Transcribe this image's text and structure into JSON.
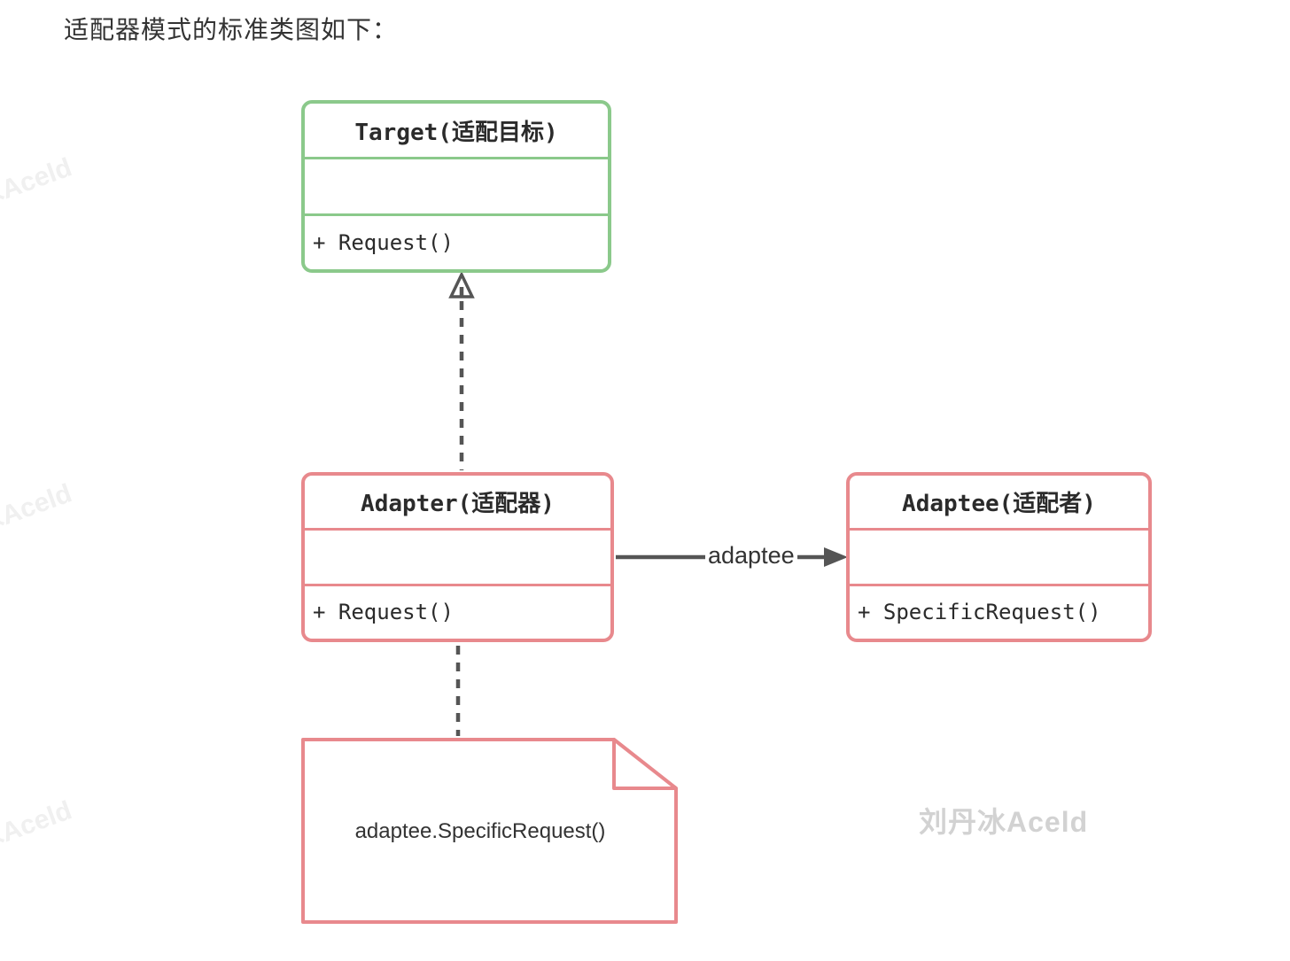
{
  "page": {
    "heading": "适配器模式的标准类图如下："
  },
  "diagram": {
    "type": "uml-class-diagram",
    "classes": [
      {
        "name": "Target(适配目标)",
        "attributes": "",
        "methods": "+ Request()",
        "border_color": "#8BC98B"
      },
      {
        "name": "Adapter(适配器)",
        "attributes": "",
        "methods": "+ Request()",
        "border_color": "#E8898D"
      },
      {
        "name": "Adaptee(适配者)",
        "attributes": "",
        "methods": "+ SpecificRequest()",
        "border_color": "#E8898D"
      }
    ],
    "relations": [
      {
        "type": "realization",
        "from": "Adapter",
        "to": "Target",
        "line": "dashed",
        "arrowhead": "hollow-triangle",
        "label": ""
      },
      {
        "type": "association",
        "from": "Adapter",
        "to": "Adaptee",
        "line": "solid",
        "arrowhead": "filled-arrow",
        "label": "adaptee"
      },
      {
        "type": "note-anchor",
        "from": "Adapter",
        "to": "note",
        "line": "dashed",
        "arrowhead": "none",
        "label": ""
      }
    ],
    "note": {
      "text": "adaptee.SpecificRequest()"
    },
    "line_color": "#555555"
  },
  "watermark": {
    "main": "刘丹冰Aceld",
    "edge_fragments": [
      "刘丹冰Aceld",
      "刘丹冰Aceld",
      "刘丹冰Aceld"
    ]
  }
}
